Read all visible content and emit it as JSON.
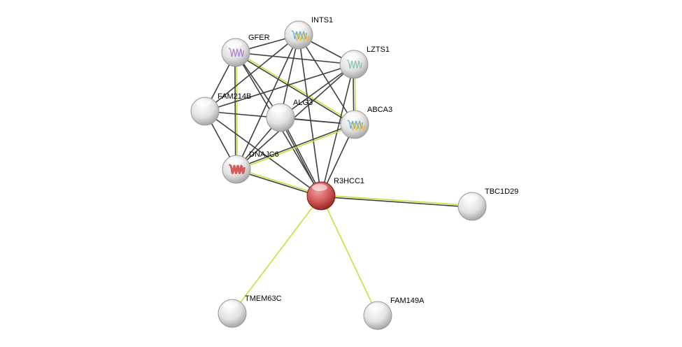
{
  "colors": {
    "neighborhood": "#404040",
    "textmining": "#c6e03a",
    "query": "#c84a4a",
    "node": "#e6e6e6"
  },
  "nodes": [
    {
      "id": "INTS1",
      "label": "INTS1",
      "query": false,
      "structure": "multicolor"
    },
    {
      "id": "GFER",
      "label": "GFER",
      "query": false,
      "structure": "purple"
    },
    {
      "id": "LZTS1",
      "label": "LZTS1",
      "query": false,
      "structure": "thin"
    },
    {
      "id": "FAM214B",
      "label": "FAM214B",
      "query": false,
      "structure": "none"
    },
    {
      "id": "ALG3",
      "label": "ALG3",
      "query": false,
      "structure": "none"
    },
    {
      "id": "ABCA3",
      "label": "ABCA3",
      "query": false,
      "structure": "multicolor"
    },
    {
      "id": "DNAJC6",
      "label": "DNAJC6",
      "query": false,
      "structure": "red"
    },
    {
      "id": "R3HCC1",
      "label": "R3HCC1",
      "query": true,
      "structure": "none"
    },
    {
      "id": "TBC1D29",
      "label": "TBC1D29",
      "query": false,
      "structure": "none"
    },
    {
      "id": "TMEM63C",
      "label": "TMEM63C",
      "query": false,
      "structure": "none"
    },
    {
      "id": "FAM149A",
      "label": "FAM149A",
      "query": false,
      "structure": "none"
    }
  ],
  "edges": [
    [
      "GFER",
      "INTS1",
      [
        "d"
      ]
    ],
    [
      "GFER",
      "LZTS1",
      [
        "d"
      ]
    ],
    [
      "GFER",
      "FAM214B",
      [
        "d"
      ]
    ],
    [
      "GFER",
      "ALG3",
      [
        "d"
      ]
    ],
    [
      "GFER",
      "ABCA3",
      [
        "t",
        "d"
      ]
    ],
    [
      "GFER",
      "DNAJC6",
      [
        "t",
        "d"
      ]
    ],
    [
      "GFER",
      "R3HCC1",
      [
        "d"
      ]
    ],
    [
      "INTS1",
      "LZTS1",
      [
        "d"
      ]
    ],
    [
      "INTS1",
      "FAM214B",
      [
        "d"
      ]
    ],
    [
      "INTS1",
      "ALG3",
      [
        "d"
      ]
    ],
    [
      "INTS1",
      "DNAJC6",
      [
        "d"
      ]
    ],
    [
      "INTS1",
      "R3HCC1",
      [
        "d"
      ]
    ],
    [
      "INTS1",
      "ABCA3",
      [
        "d"
      ]
    ],
    [
      "LZTS1",
      "FAM214B",
      [
        "d"
      ]
    ],
    [
      "LZTS1",
      "ALG3",
      [
        "d"
      ]
    ],
    [
      "LZTS1",
      "ABCA3",
      [
        "t",
        "d"
      ]
    ],
    [
      "LZTS1",
      "R3HCC1",
      [
        "d"
      ]
    ],
    [
      "LZTS1",
      "DNAJC6",
      [
        "d"
      ]
    ],
    [
      "FAM214B",
      "ABCA3",
      [
        "d"
      ]
    ],
    [
      "FAM214B",
      "DNAJC6",
      [
        "d"
      ]
    ],
    [
      "FAM214B",
      "R3HCC1",
      [
        "d"
      ]
    ],
    [
      "ALG3",
      "ABCA3",
      [
        "d"
      ]
    ],
    [
      "ALG3",
      "DNAJC6",
      [
        "d"
      ]
    ],
    [
      "ALG3",
      "R3HCC1",
      [
        "d",
        "d"
      ]
    ],
    [
      "ABCA3",
      "DNAJC6",
      [
        "t",
        "d"
      ]
    ],
    [
      "ABCA3",
      "R3HCC1",
      [
        "d"
      ]
    ],
    [
      "DNAJC6",
      "R3HCC1",
      [
        "t",
        "d"
      ]
    ],
    [
      "R3HCC1",
      "TBC1D29",
      [
        "t",
        "d"
      ]
    ],
    [
      "R3HCC1",
      "TMEM63C",
      [
        "t"
      ]
    ],
    [
      "R3HCC1",
      "FAM149A",
      [
        "t"
      ]
    ]
  ]
}
